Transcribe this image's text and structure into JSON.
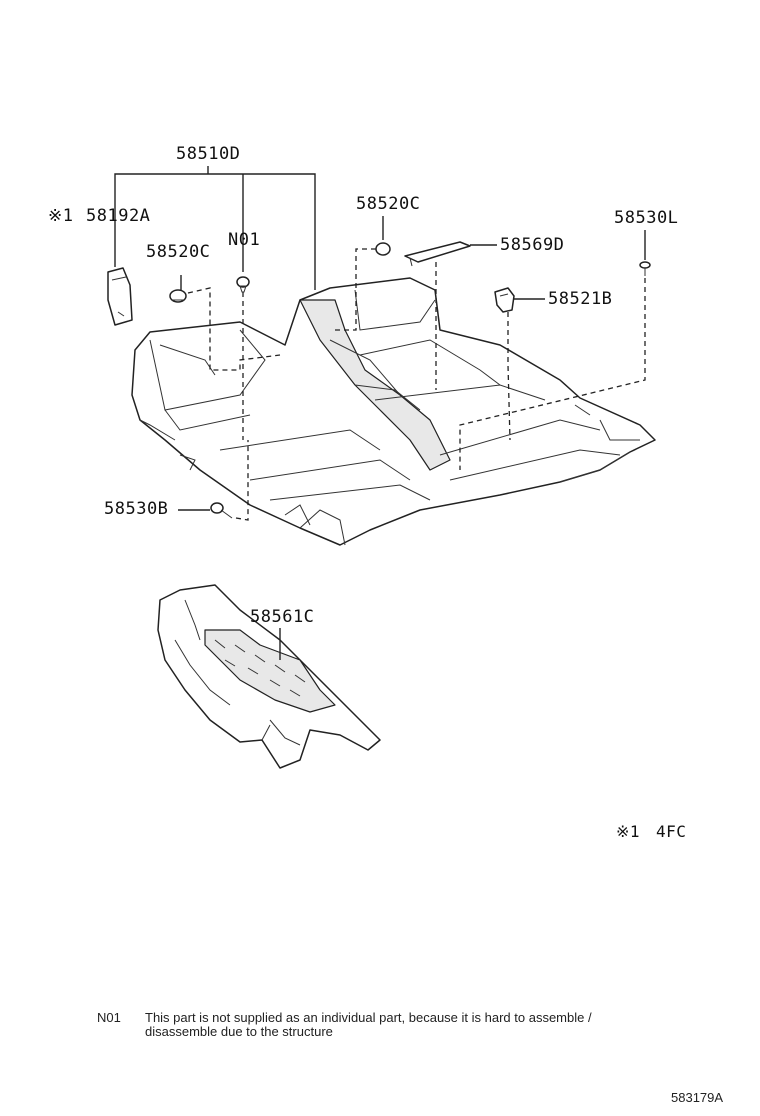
{
  "labels": {
    "carpet_assembly": "58510D",
    "n01_marker": "N01",
    "pad_note_mark": "※1",
    "pad_part": "58192A",
    "clip_left": "58520C",
    "clip_right": "58520C",
    "plate": "58569D",
    "screw_right": "58530L",
    "hook": "58521B",
    "screw_left": "58530B",
    "silencer": "58561C"
  },
  "legend": {
    "note_mark": "※1",
    "note_value": "4FC"
  },
  "footnote": {
    "code": "N01",
    "text_line1": "This part is not supplied as an individual part, because it is hard to assemble /",
    "text_line2": "disassemble due to the structure"
  },
  "figure_id": "583179A"
}
